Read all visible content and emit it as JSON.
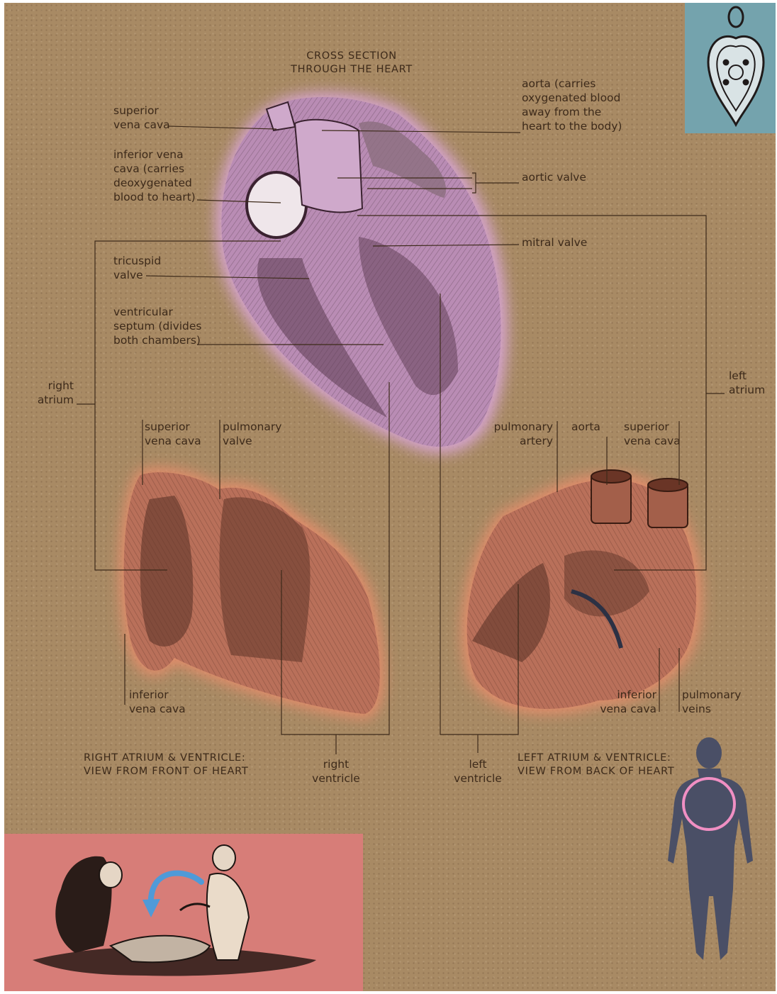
{
  "title": "CROSS SECTION\nTHROUGH THE HEART",
  "cross_section_labels": {
    "superior_vena_cava": "superior\nvena cava",
    "inferior_vena_cava": "inferior vena\ncava (carries\ndeoxygenated\nblood to heart)",
    "tricuspid_valve": "tricuspid\nvalve",
    "ventricular_septum": "ventricular\nseptum (divides\nboth chambers)",
    "aorta": "aorta (carries\noxygenated blood\naway from the\nheart to the body)",
    "aortic_valve": "aortic valve",
    "mitral_valve": "mitral valve"
  },
  "side_labels": {
    "right_atrium": "right\natrium",
    "left_atrium": "left\natrium",
    "right_ventricle": "right\nventricle",
    "left_ventricle": "left\nventricle"
  },
  "front_view": {
    "caption": "RIGHT ATRIUM & VENTRICLE:\nVIEW FROM FRONT OF HEART",
    "superior_vena_cava": "superior\nvena cava",
    "pulmonary_valve": "pulmonary\nvalve",
    "inferior_vena_cava": "inferior\nvena cava"
  },
  "back_view": {
    "caption": "LEFT ATRIUM & VENTRICLE:\nVIEW FROM BACK OF HEART",
    "pulmonary_artery": "pulmonary\nartery",
    "aorta": "aorta",
    "superior_vena_cava": "superior\nvena cava",
    "inferior_vena_cava": "inferior\nvena cava",
    "pulmonary_veins": "pulmonary\nveins"
  },
  "colors": {
    "paper": "#a88a64",
    "ink": "#3d2a1a",
    "cross_section_glow": "#d9a6d6",
    "view_glow": "#e98d6c",
    "blue_corner": "#74a3ad",
    "pink_panel": "#d77d78",
    "body_silhouette": "#4a4f66",
    "heart_circle": "#f08fc3",
    "arrow": "#4f9ad8"
  },
  "icons": {
    "locket": "heart-locket-icon",
    "silhouette": "human-silhouette-icon",
    "arrow": "curved-arrow-icon"
  }
}
